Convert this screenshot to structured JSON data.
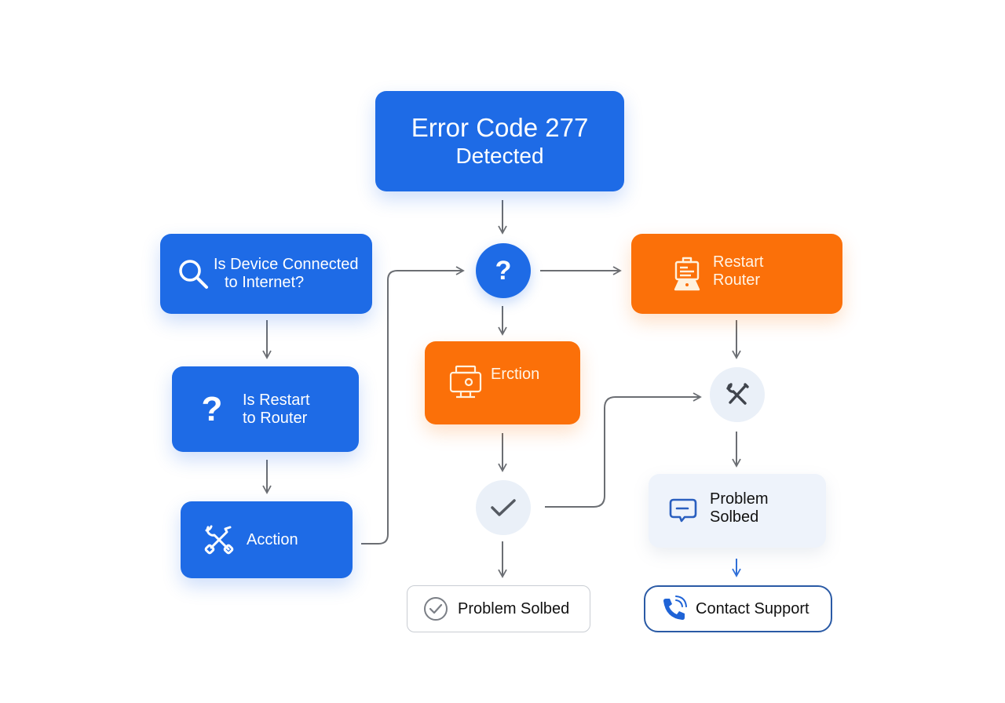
{
  "diagram": {
    "title_node": {
      "line1": "Error Code 277",
      "line2": "Detected"
    },
    "left_column": {
      "check_connection": {
        "line1": "Is Device Connected",
        "line2": "to Internet?",
        "icon": "search-icon"
      },
      "restart_question": {
        "line1": "Is Restart",
        "line2": "to Router",
        "icon": "question-icon"
      },
      "action": {
        "label": "Acction",
        "icon": "wrench-screwdriver-icon"
      }
    },
    "center_column": {
      "decision": {
        "glyph": "?",
        "icon": "question-icon"
      },
      "action": {
        "label": "Erction",
        "icon": "computer-settings-icon"
      },
      "check": {
        "icon": "checkmark-icon"
      },
      "result": {
        "label": "Problem Solbed",
        "icon": "check-circle-icon"
      }
    },
    "right_column": {
      "restart_router": {
        "line1": "Restart",
        "line2": "Router",
        "icon": "router-icon"
      },
      "tools": {
        "icon": "tools-icon"
      },
      "solved": {
        "line1": "Problem",
        "line2": "Solbed",
        "icon": "chat-bubble-icon"
      },
      "contact": {
        "label": "Contact Support",
        "icon": "phone-icon"
      }
    }
  },
  "colors": {
    "primary_blue": "#1e6be6",
    "accent_orange": "#fb7009",
    "connector_gray": "#6b6e73",
    "pale_node": "#eef3fb",
    "contact_border": "#2a5aa5"
  }
}
